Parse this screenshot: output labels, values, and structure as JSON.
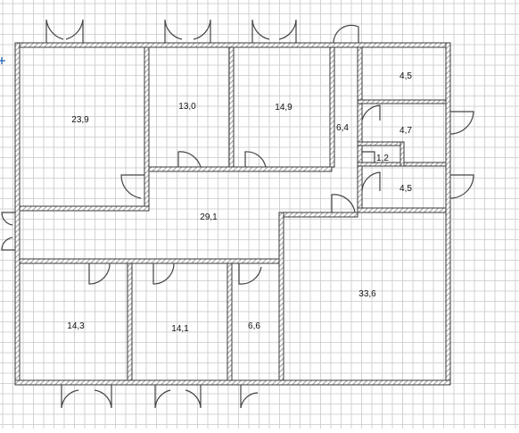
{
  "colors": {
    "grid": "#c8c8c8",
    "wall_stroke": "#3a3a3a",
    "wall_hatch": "#8a8a8a",
    "door": "#444444",
    "label": "#111111",
    "cursor_mark": "#1a5fb4"
  },
  "rooms": [
    {
      "id": "room-a",
      "area": "23,9"
    },
    {
      "id": "room-b",
      "area": "13,0"
    },
    {
      "id": "room-c",
      "area": "14,9"
    },
    {
      "id": "corridor-upper",
      "area": "6,4"
    },
    {
      "id": "room-d",
      "area": "4,5"
    },
    {
      "id": "room-e",
      "area": "4,7"
    },
    {
      "id": "room-f",
      "area": "1,2"
    },
    {
      "id": "room-g",
      "area": "4,5"
    },
    {
      "id": "hall",
      "area": "29,1"
    },
    {
      "id": "room-h",
      "area": "14,3"
    },
    {
      "id": "room-i",
      "area": "14,1"
    },
    {
      "id": "room-j",
      "area": "6,6"
    },
    {
      "id": "room-k",
      "area": "33,6"
    }
  ]
}
